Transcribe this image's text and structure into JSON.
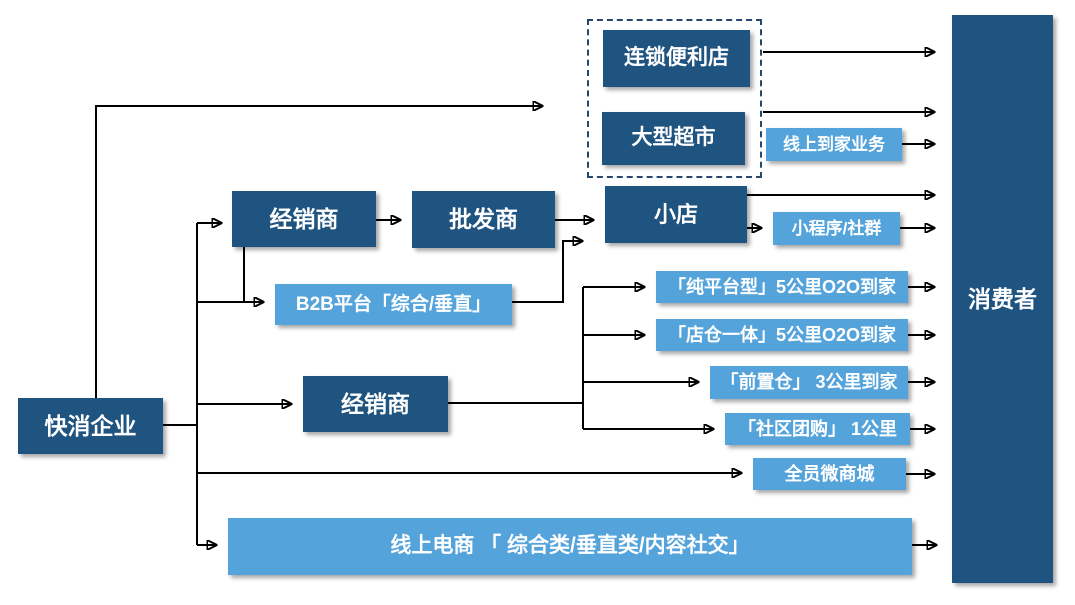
{
  "palette": {
    "dark_blue": "#1F5380",
    "light_blue": "#54A3DB",
    "dashed_border": "#27476F",
    "arrow_line": "#000000",
    "background": "#FFFFFF",
    "text": "#FFFFFF"
  },
  "nodes": {
    "fmcg_enterprise": {
      "label": "快消企业"
    },
    "distributor_1": {
      "label": "经销商"
    },
    "wholesaler": {
      "label": "批发商"
    },
    "b2b_platform": {
      "label": "B2B平台「综合/垂直」"
    },
    "distributor_2": {
      "label": "经销商"
    },
    "chain_convenience_store": {
      "label": "连锁便利店"
    },
    "hypermarket": {
      "label": "大型超市"
    },
    "small_store": {
      "label": "小店"
    },
    "online_to_home": {
      "label": "线上到家业务"
    },
    "mini_program_community": {
      "label": "小程序/社群"
    },
    "pure_platform_o2o": {
      "label": "「纯平台型」5公里O2O到家"
    },
    "store_warehouse_o2o": {
      "label": "「店仓一体」5公里O2O到家"
    },
    "front_warehouse": {
      "label": "「前置仓」 3公里到家"
    },
    "community_group_buy": {
      "label": "「社区团购」 1公里"
    },
    "all_staff_micro_mall": {
      "label": "全员微商城"
    },
    "online_ecommerce": {
      "label": "线上电商 「 综合类/垂直类/内容社交」"
    },
    "consumer": {
      "label": "消费者"
    }
  },
  "edges": [
    {
      "from": "fmcg-enterprise",
      "to": "offline-retail-group"
    },
    {
      "from": "fmcg-enterprise",
      "to": "distributor-1"
    },
    {
      "from": "fmcg-enterprise",
      "to": "b2b-platform"
    },
    {
      "from": "fmcg-enterprise",
      "to": "distributor-2"
    },
    {
      "from": "fmcg-enterprise",
      "to": "all-staff-micro-mall"
    },
    {
      "from": "fmcg-enterprise",
      "to": "online-ecommerce"
    },
    {
      "from": "distributor-1",
      "to": "wholesaler"
    },
    {
      "from": "distributor-1",
      "to": "b2b-platform"
    },
    {
      "from": "wholesaler",
      "to": "small-store"
    },
    {
      "from": "b2b-platform",
      "to": "small-store"
    },
    {
      "from": "distributor-2",
      "to": "pure-platform-o2o"
    },
    {
      "from": "distributor-2",
      "to": "store-warehouse-o2o"
    },
    {
      "from": "distributor-2",
      "to": "front-warehouse"
    },
    {
      "from": "distributor-2",
      "to": "community-group-buy"
    },
    {
      "from": "chain-convenience-store",
      "to": "consumer"
    },
    {
      "from": "hypermarket",
      "to": "consumer"
    },
    {
      "from": "online-to-home",
      "to": "consumer"
    },
    {
      "from": "small-store",
      "to": "consumer"
    },
    {
      "from": "small-store",
      "to": "mini-program-community"
    },
    {
      "from": "mini-program-community",
      "to": "consumer"
    },
    {
      "from": "pure-platform-o2o",
      "to": "consumer"
    },
    {
      "from": "store-warehouse-o2o",
      "to": "consumer"
    },
    {
      "from": "front-warehouse",
      "to": "consumer"
    },
    {
      "from": "community-group-buy",
      "to": "consumer"
    },
    {
      "from": "all-staff-micro-mall",
      "to": "consumer"
    },
    {
      "from": "online-ecommerce",
      "to": "consumer"
    }
  ]
}
